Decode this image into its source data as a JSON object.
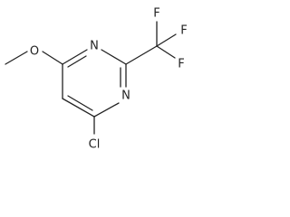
{
  "molecule": {
    "atoms": {
      "oxygen": "O",
      "nitrogen_top": "N",
      "nitrogen_bottom": "N",
      "chlorine": "Cl",
      "fluorine_top": "F",
      "fluorine_right": "F",
      "fluorine_bottom": "F"
    }
  },
  "colors": {
    "bond": "#222222",
    "background": "#ffffff"
  }
}
